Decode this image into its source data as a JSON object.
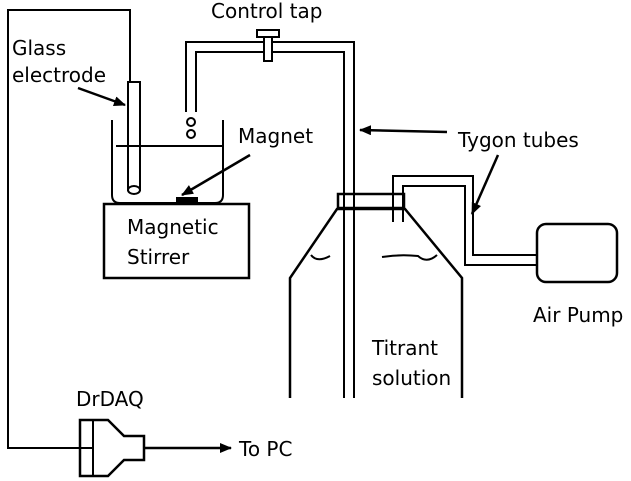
{
  "labels": {
    "control_tap": "Control tap",
    "glass": "Glass",
    "electrode": "electrode",
    "magnet": "Magnet",
    "tygon_tubes": "Tygon tubes",
    "magnetic": "Magnetic",
    "stirrer": "Stirrer",
    "air_pump": "Air Pump",
    "titrant": "Titrant",
    "solution": "solution",
    "drdaq": "DrDAQ",
    "to_pc": "To PC"
  }
}
